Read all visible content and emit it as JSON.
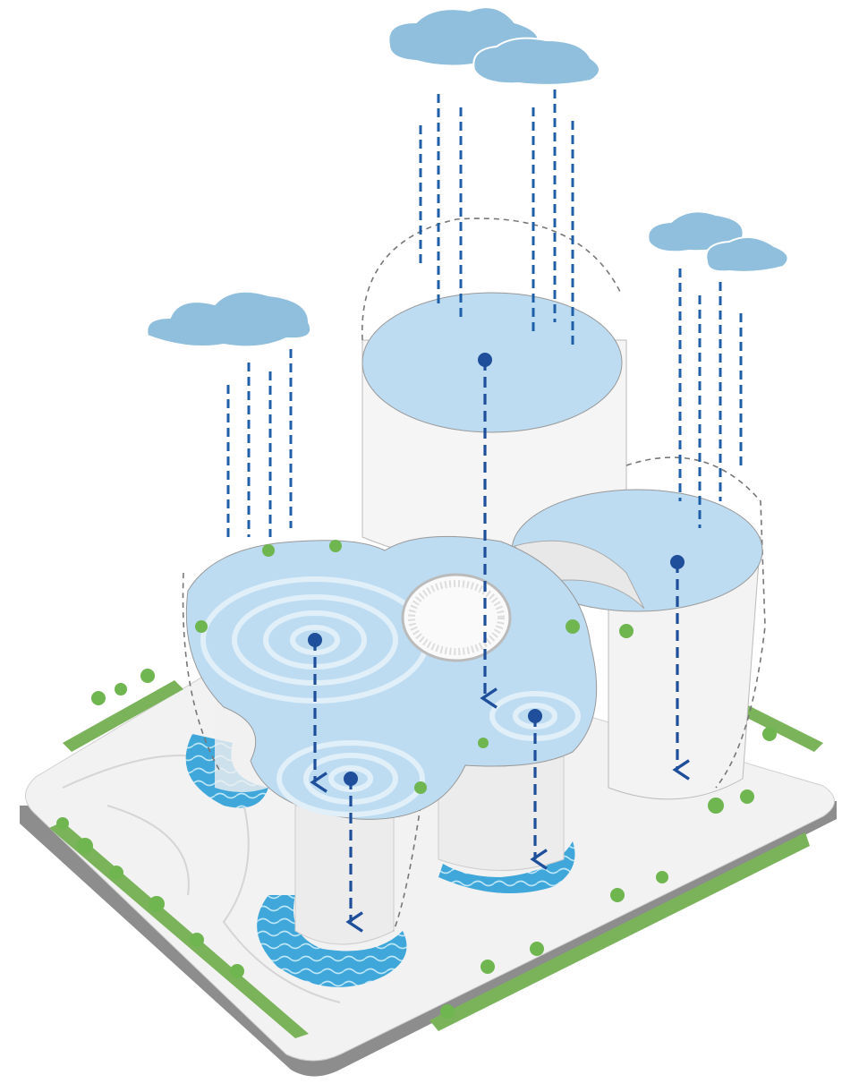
{
  "diagram": {
    "subject": "rainwater-collection-axonometric",
    "colors": {
      "cloud": "#8fbfdc",
      "cloud_outline": "#ffffff",
      "roof_water": "#bcdcf2",
      "ring": "#dcecf8",
      "rain": "#1f5fa8",
      "arrow": "#1f4f9a",
      "pool": "#3aa6d8",
      "tree": "#6fb650",
      "base_top": "#f3f3f3",
      "base_side": "#8a8a8a",
      "building": "#f6f6f6",
      "dashed_outline": "#777777"
    },
    "icons": [
      "cloud-icon",
      "rain-line",
      "downward-arrow-icon",
      "tree-icon",
      "pool"
    ]
  }
}
